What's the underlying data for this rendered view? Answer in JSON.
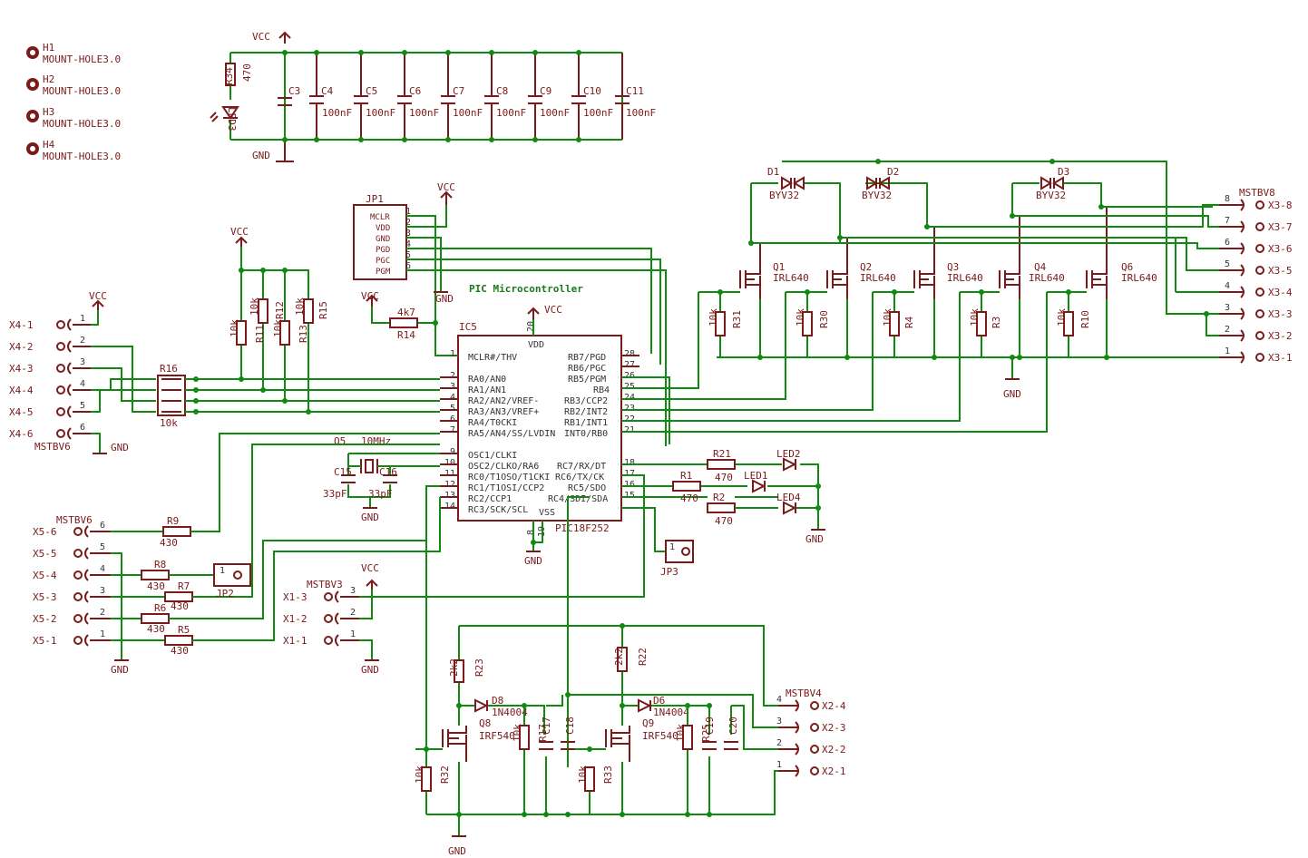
{
  "mount_holes": [
    {
      "ref": "H1",
      "val": "MOUNT-HOLE3.0"
    },
    {
      "ref": "H2",
      "val": "MOUNT-HOLE3.0"
    },
    {
      "ref": "H3",
      "val": "MOUNT-HOLE3.0"
    },
    {
      "ref": "H4",
      "val": "MOUNT-HOLE3.0"
    }
  ],
  "power": {
    "vcc": "VCC",
    "gnd": "GND"
  },
  "decoupling": {
    "r34": "R34",
    "r34_val": "470",
    "led3": "LED3",
    "c3": "C3",
    "caps": [
      {
        "ref": "C4",
        "val": "100nF"
      },
      {
        "ref": "C5",
        "val": "100nF"
      },
      {
        "ref": "C6",
        "val": "100nF"
      },
      {
        "ref": "C7",
        "val": "100nF"
      },
      {
        "ref": "C8",
        "val": "100nF"
      },
      {
        "ref": "C9",
        "val": "100nF"
      },
      {
        "ref": "C10",
        "val": "100nF"
      },
      {
        "ref": "C11",
        "val": "100nF"
      }
    ]
  },
  "jp1": {
    "ref": "JP1",
    "pins": [
      "MCLR",
      "VDD",
      "GND",
      "PGD",
      "PGC",
      "PGM"
    ],
    "nums": [
      "1",
      "2",
      "3",
      "4",
      "5",
      "6"
    ]
  },
  "title": "PIC Microcontroller",
  "ic5": {
    "ref": "IC5",
    "part": "PIC18F252",
    "vdd": "VDD",
    "vss": "VSS",
    "vdd_pin": "20",
    "left": [
      {
        "n": "1",
        "t": "MCLR#/THV"
      },
      {
        "n": "2",
        "t": "RA0/AN0"
      },
      {
        "n": "3",
        "t": "RA1/AN1"
      },
      {
        "n": "4",
        "t": "RA2/AN2/VREF-"
      },
      {
        "n": "5",
        "t": "RA3/AN3/VREF+"
      },
      {
        "n": "6",
        "t": "RA4/T0CKI"
      },
      {
        "n": "7",
        "t": "RA5/AN4/SS/LVDIN"
      },
      {
        "n": "9",
        "t": "OSC1/CLKI"
      },
      {
        "n": "10",
        "t": "OSC2/CLKO/RA6"
      },
      {
        "n": "11",
        "t": "RC0/T1OSO/T1CKI"
      },
      {
        "n": "12",
        "t": "RC1/T1OSI/CCP2"
      },
      {
        "n": "13",
        "t": "RC2/CCP1"
      },
      {
        "n": "14",
        "t": "RC3/SCK/SCL"
      }
    ],
    "right": [
      {
        "n": "28",
        "t": "RB7/PGD"
      },
      {
        "n": "27",
        "t": "RB6/PGC"
      },
      {
        "n": "26",
        "t": "RB5/PGM"
      },
      {
        "n": "25",
        "t": "RB4"
      },
      {
        "n": "24",
        "t": "RB3/CCP2"
      },
      {
        "n": "23",
        "t": "RB2/INT2"
      },
      {
        "n": "22",
        "t": "RB1/INT1"
      },
      {
        "n": "21",
        "t": "INT0/RB0"
      },
      {
        "n": "18",
        "t": "RC7/RX/DT"
      },
      {
        "n": "17",
        "t": "RC6/TX/CK"
      },
      {
        "n": "16",
        "t": "RC5/SDO"
      },
      {
        "n": "15",
        "t": "RC4/SDI/SDA"
      }
    ],
    "vss_pins": [
      "8",
      "19"
    ]
  },
  "r14": {
    "ref": "R14",
    "val": "4k7"
  },
  "x4": {
    "labels": [
      "X4-1",
      "X4-2",
      "X4-3",
      "X4-4",
      "X4-5",
      "X4-6"
    ],
    "nums": [
      "1",
      "2",
      "3",
      "4",
      "5",
      "6"
    ],
    "name": "MSTBV6"
  },
  "pullups": [
    {
      "ref": "R11",
      "val": "10k"
    },
    {
      "ref": "R12",
      "val": "10k"
    },
    {
      "ref": "R13",
      "val": "10k"
    },
    {
      "ref": "R15",
      "val": "10k"
    }
  ],
  "rnet": {
    "ref": "R16",
    "val": "10k"
  },
  "osc": {
    "q5": "Q5",
    "freq": "10MHz",
    "c15": "C15",
    "c16": "C16",
    "c_val": "33pF"
  },
  "x5": {
    "name": "MSTBV6",
    "labels": [
      "X5-6",
      "X5-5",
      "X5-4",
      "X5-3",
      "X5-2",
      "X5-1"
    ],
    "nums": [
      "6",
      "5",
      "4",
      "3",
      "2",
      "1"
    ]
  },
  "x5_res": [
    {
      "ref": "R9",
      "val": "430"
    },
    {
      "ref": "R8",
      "val": "430"
    },
    {
      "ref": "R7",
      "val": "430"
    },
    {
      "ref": "R6",
      "val": "430"
    },
    {
      "ref": "R5",
      "val": "430"
    }
  ],
  "jp2": "JP2",
  "jp3": "JP3",
  "jp_pin": "1",
  "x1": {
    "name": "MSTBV3",
    "labels": [
      "X1-3",
      "X1-2",
      "X1-1"
    ],
    "nums": [
      "3",
      "2",
      "1"
    ]
  },
  "leds": [
    {
      "r": "R21",
      "rv": "470",
      "led": "LED2"
    },
    {
      "r": "R1",
      "rv": "470",
      "led": "LED1"
    },
    {
      "r": "R2",
      "rv": "470",
      "led": "LED4"
    }
  ],
  "diodes": [
    {
      "ref": "D1",
      "val": "BYV32"
    },
    {
      "ref": "D2",
      "val": "BYV32"
    },
    {
      "ref": "D3",
      "val": "BYV32"
    }
  ],
  "mosfets": [
    {
      "ref": "Q1",
      "val": "IRL640",
      "r": "R31",
      "rv": "10k"
    },
    {
      "ref": "Q2",
      "val": "IRL640",
      "r": "R30",
      "rv": "10k"
    },
    {
      "ref": "Q3",
      "val": "IRL640",
      "r": "R4",
      "rv": "10k"
    },
    {
      "ref": "Q4",
      "val": "IRL640",
      "r": "R3",
      "rv": "10k"
    },
    {
      "ref": "Q6",
      "val": "IRL640",
      "r": "R10",
      "rv": "10k"
    }
  ],
  "x3": {
    "name": "MSTBV8",
    "labels": [
      "X3-8",
      "X3-7",
      "X3-6",
      "X3-5",
      "X3-4",
      "X3-3",
      "X3-2",
      "X3-1"
    ],
    "nums": [
      "8",
      "7",
      "6",
      "5",
      "4",
      "3",
      "2",
      "1"
    ]
  },
  "bottom": {
    "r23": "R23",
    "r23v": "2k2",
    "r22": "R22",
    "r22v": "2k2",
    "d8": "D8",
    "d6": "D6",
    "dval": "1N4004",
    "q8": "Q8",
    "q9": "Q9",
    "qval": "IRF540",
    "r32": "R32",
    "r33": "R33",
    "rv": "10k",
    "r17": "R17",
    "r25": "R25",
    "c17": "C17",
    "c18": "C18",
    "c19": "C19",
    "c20": "C20"
  },
  "x2": {
    "name": "MSTBV4",
    "labels": [
      "X2-4",
      "X2-3",
      "X2-2",
      "X2-1"
    ],
    "nums": [
      "4",
      "3",
      "2",
      "1"
    ]
  }
}
